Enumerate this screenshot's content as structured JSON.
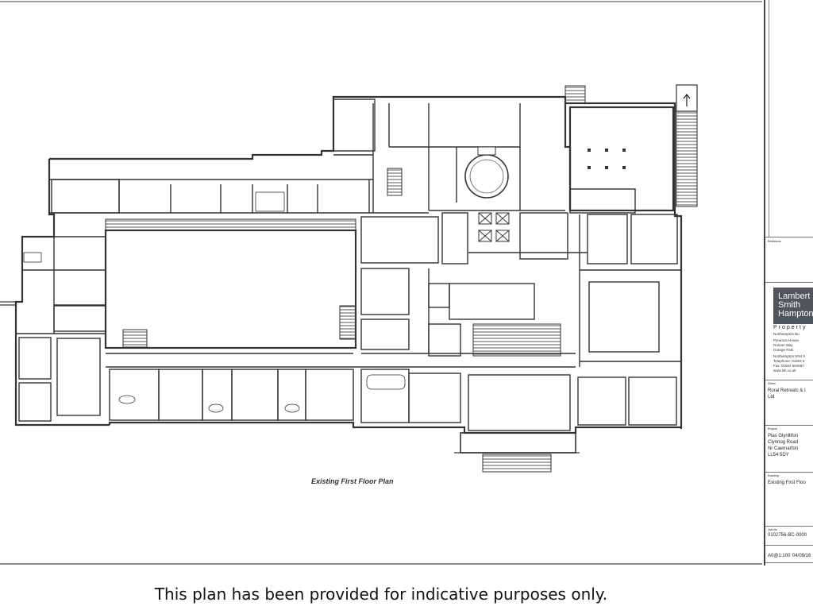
{
  "drawing": {
    "plan_title": "Existing First Floor Plan",
    "footer_note": "This plan has been provided for indicative purposes only."
  },
  "title_block": {
    "revisions_label": "Revisions",
    "logo_lines": [
      "Lambert",
      "Smith",
      "Hampton"
    ],
    "company_line": "Property",
    "address_lines": [
      "Northampton Bu",
      "Pyramus House",
      "Roman Way",
      "Grange Park",
      "Northampton NN4 5",
      "Telephone: 01604 6",
      "Fax: 01604 664567",
      "www.lsh.co.uk"
    ],
    "client_label": "Client",
    "client_lines": [
      "Rural Retreats & I",
      "Ltd"
    ],
    "project_label": "Project",
    "project_lines": [
      "Plas Glynllifon",
      "Clynnog Road",
      "Nr Caernarfon",
      "LL54 5DY"
    ],
    "drawing_label": "Drawing",
    "drawing_value": "Existing First Floo",
    "number_label": "Job No",
    "number_value": "0102756-BC-0000",
    "scale_value": "A0@1:100",
    "date_value": "04/09/16"
  }
}
